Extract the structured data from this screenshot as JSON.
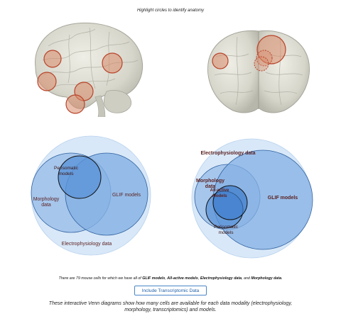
{
  "instruction": "Highlight circles to identify anatomy",
  "brains": {
    "lateral": {
      "name": "lateral-brain-view"
    },
    "dorsal": {
      "name": "dorsal-brain-view"
    },
    "highlight_color": "#c8643c"
  },
  "venn_left": {
    "labels": {
      "perisomatic": "Perisomatic models",
      "morphology": "Morphology data",
      "glif": "GLIF models",
      "electro": "Electrophysiology data"
    }
  },
  "venn_right": {
    "labels": {
      "electro": "Electrophysiology data",
      "morphology": "Morphology data",
      "allactive": "All-active models",
      "glif": "GLIF models",
      "perisomatic": "Perisomatic models"
    }
  },
  "summary": {
    "prefix": "There are 79 mouse cells for which we have all of ",
    "item1": "GLIF models",
    "sep1": ", ",
    "item2": "All-active models",
    "sep2": ", ",
    "item3": "Electrophysiology data",
    "sep3": ", and ",
    "item4": "Morphology data",
    "suffix": "."
  },
  "button_label": "Include Transcriptomic Data",
  "caption": "These interactive Venn diagrams show how many cells are available for each data modality (electrophysiology, morphology, transcriptomics) and models.",
  "colors": {
    "outer_circle": "#d8e8f8",
    "mid_circle": "#a9c9ee",
    "inner_circle": "#7aa8e0",
    "dark_circle": "#4f88d2",
    "label_text": "#5a1f1f",
    "button_border": "#4a86c8"
  }
}
